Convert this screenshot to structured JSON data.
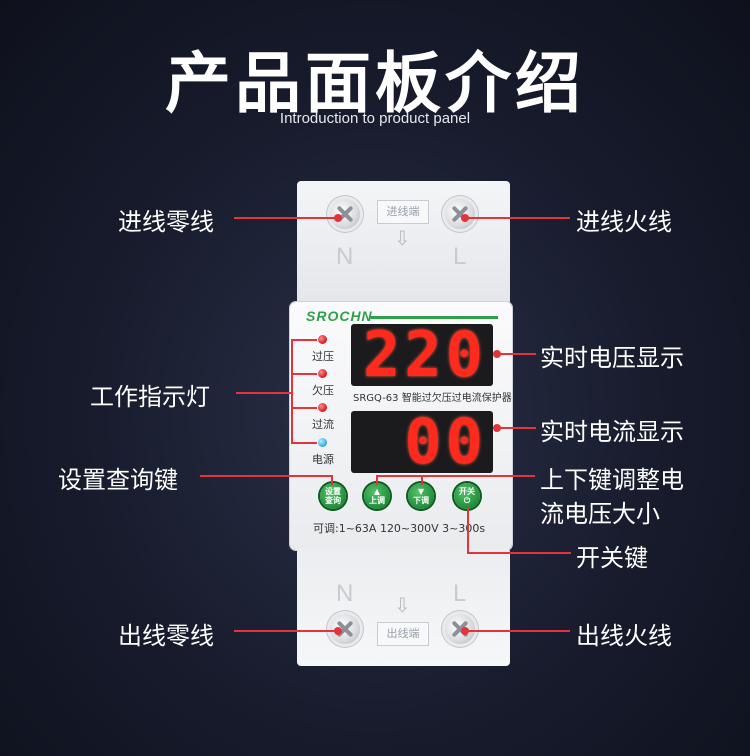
{
  "header": {
    "title": "产品面板介绍",
    "subtitle": "Introduction to product panel"
  },
  "device": {
    "brand": "SROCHN",
    "model": "SRGQ-63 智能过欠压过电流保护器",
    "input_port": "进线端",
    "output_port": "出线端",
    "terminal_n": "N",
    "terminal_l": "L",
    "indicators": [
      "过压",
      "欠压",
      "过流",
      "电源"
    ],
    "voltage_display": "220",
    "current_display": "00",
    "buttons": {
      "set": [
        "设置",
        "查询"
      ],
      "up": "上调",
      "down": "下调",
      "power": "开关"
    },
    "spec": "可调:1~63A  120~300V  3~300s"
  },
  "labels": {
    "in_neutral": "进线零线",
    "in_live": "进线火线",
    "indicators": "工作指示灯",
    "voltage": "实时电压显示",
    "current": "实时电流显示",
    "set_query": "设置查询键",
    "adjust_line1": "上下键调整电",
    "adjust_line2": "流电压大小",
    "switch": "开关键",
    "out_neutral": "出线零线",
    "out_live": "出线火线"
  },
  "colors": {
    "accent_line": "#e3343b",
    "brand_green": "#2fa04a",
    "segment_red": "#ff2a1e"
  }
}
